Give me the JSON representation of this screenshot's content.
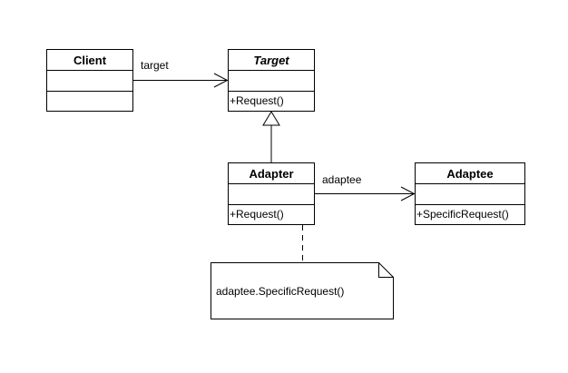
{
  "diagram": {
    "classes": {
      "client": {
        "name": "Client",
        "operation": ""
      },
      "target": {
        "name": "Target",
        "operation": "+Request()"
      },
      "adapter": {
        "name": "Adapter",
        "operation": "+Request()"
      },
      "adaptee": {
        "name": "Adaptee",
        "operation": "+SpecificRequest()"
      }
    },
    "associations": {
      "client_target": {
        "role": "target"
      },
      "adapter_adaptee": {
        "role": "adaptee"
      }
    },
    "note": {
      "text": "adaptee.SpecificRequest()"
    }
  }
}
